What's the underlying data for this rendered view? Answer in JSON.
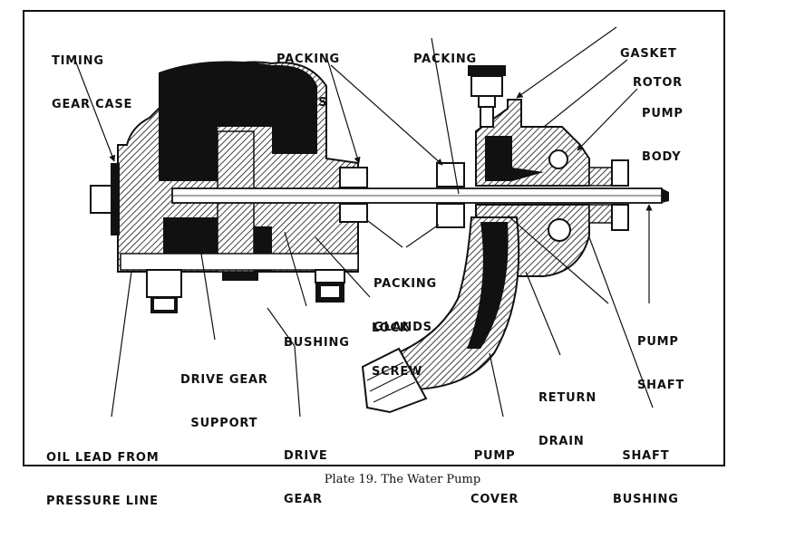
{
  "figure": {
    "title": "The Water Pump",
    "caption": "Plate 19. The Water Pump",
    "colors": {
      "ink": "#111111",
      "paper": "#ffffff"
    }
  },
  "labels": [
    {
      "id": "timing-gear-case",
      "lines": [
        "TIMING",
        "GEAR CASE"
      ]
    },
    {
      "id": "packing-nuts",
      "lines": [
        "PACKING",
        "NUTS"
      ]
    },
    {
      "id": "packing",
      "lines": [
        "PACKING"
      ]
    },
    {
      "id": "gasket",
      "lines": [
        "GASKET"
      ]
    },
    {
      "id": "rotor",
      "lines": [
        "ROTOR"
      ]
    },
    {
      "id": "pump-body",
      "lines": [
        "PUMP",
        "BODY"
      ]
    },
    {
      "id": "packing-glands",
      "lines": [
        "PACKING",
        "GLANDS"
      ]
    },
    {
      "id": "bushing",
      "lines": [
        "BUSHING"
      ]
    },
    {
      "id": "lock-screw",
      "lines": [
        "LOCK",
        "SCREW"
      ]
    },
    {
      "id": "drive-gear-support",
      "lines": [
        "DRIVE GEAR",
        "SUPPORT"
      ]
    },
    {
      "id": "return-drain",
      "lines": [
        "RETURN",
        "DRAIN"
      ]
    },
    {
      "id": "pump-shaft",
      "lines": [
        "PUMP",
        "SHAFT"
      ]
    },
    {
      "id": "oil-lead-from-pressure-line",
      "lines": [
        "OIL LEAD FROM",
        "PRESSURE LINE"
      ]
    },
    {
      "id": "drive-gear",
      "lines": [
        "DRIVE",
        "GEAR"
      ]
    },
    {
      "id": "pump-cover",
      "lines": [
        "PUMP",
        "COVER"
      ]
    },
    {
      "id": "shaft-bushing",
      "lines": [
        "SHAFT",
        "BUSHING"
      ]
    }
  ]
}
